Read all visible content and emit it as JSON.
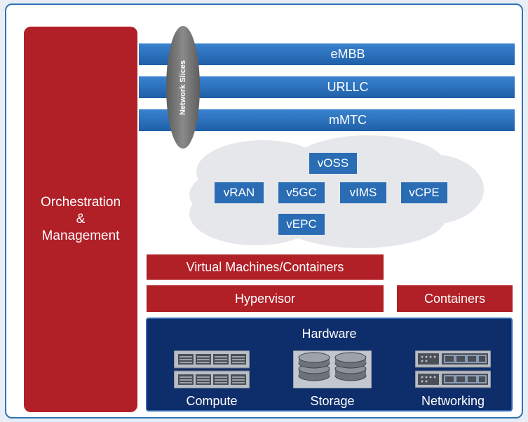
{
  "orchestration": {
    "line1": "Orchestration",
    "line2": "&",
    "line3": "Management"
  },
  "network_slices": {
    "label": "Network Slices",
    "items": [
      "eMBB",
      "URLLC",
      "mMTC"
    ]
  },
  "vnfs": {
    "voss": "vOSS",
    "vran": "vRAN",
    "v5gc": "v5GC",
    "vims": "vIMS",
    "vcpe": "vCPE",
    "vepc": "vEPC"
  },
  "virtualization": {
    "vm_containers": "Virtual Machines/Containers",
    "hypervisor": "Hypervisor",
    "containers": "Containers"
  },
  "hardware": {
    "title": "Hardware",
    "compute": "Compute",
    "storage": "Storage",
    "networking": "Networking"
  },
  "colors": {
    "frame": "#2e73b8",
    "red": "#b11f27",
    "blue": "#2a6db5",
    "navy": "#0e2d6b",
    "cloud": "#e6e7ea"
  }
}
